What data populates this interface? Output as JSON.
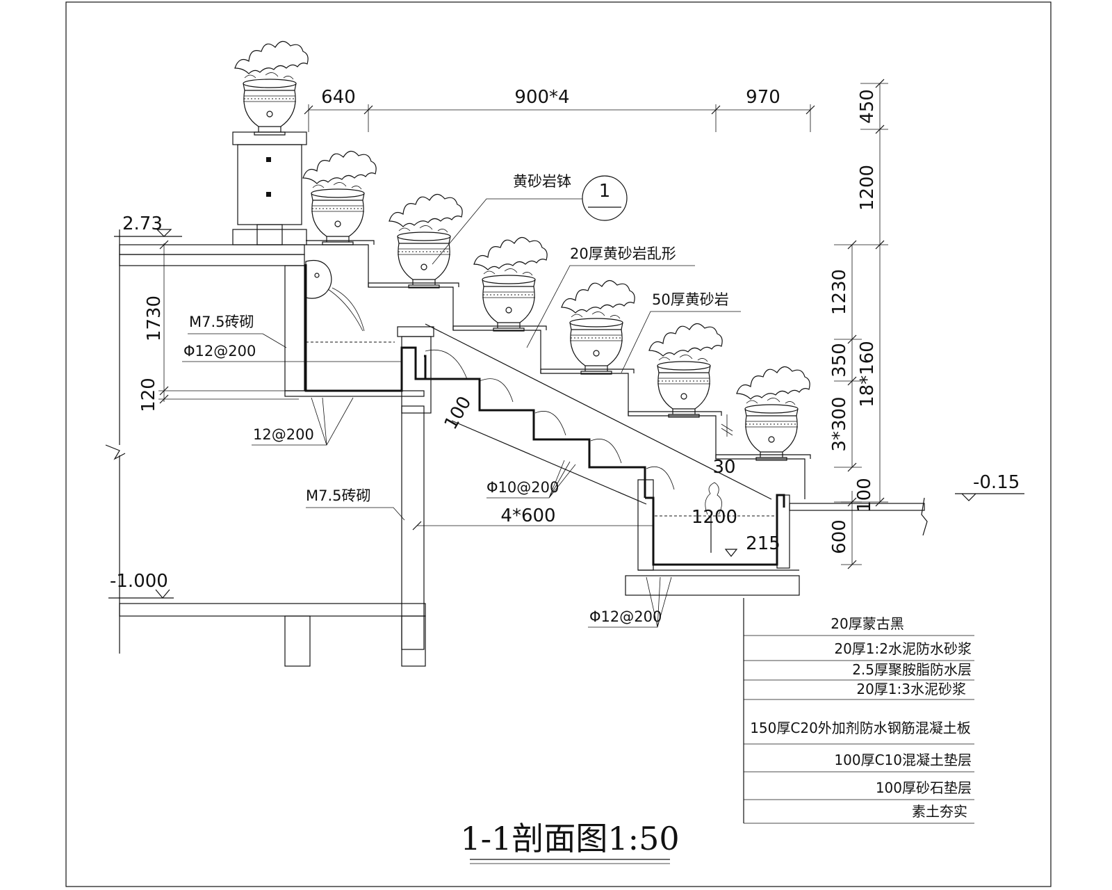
{
  "title": "1-1剖面图1:50",
  "elevations": {
    "top": "2.73",
    "ground": "-0.15",
    "bottom": "-1.000"
  },
  "dimensions": {
    "top_left": "640",
    "top_middle": "900*4",
    "top_right": "970",
    "right_top": "450",
    "right_1200": "1200",
    "right_1230": "1230",
    "right_350": "350",
    "right_3x300": "3*300",
    "right_18x160": "18*160",
    "right_100": "100",
    "right_600": "600",
    "left_1730": "1730",
    "left_120": "120",
    "bottom_run": "4*600",
    "pool_width": "1200",
    "pool_215": "215",
    "step_30": "30",
    "slab_100": "100"
  },
  "labels": {
    "pot": "黄砂岩钵",
    "pot_ref": "1",
    "paving": "20厚黄砂岩乱形",
    "stone": "50厚黄砂岩",
    "brick_upper": "M7.5砖砌",
    "rebar_upper": "Φ12@200",
    "rebar_12": "12@200",
    "brick_lower": "M7.5砖砌",
    "rebar_10": "Φ10@200",
    "rebar_pool": "Φ12@200"
  },
  "layers": [
    "20厚蒙古黑",
    "20厚1:2水泥防水砂浆",
    "2.5厚聚胺脂防水层",
    "20厚1:3水泥砂浆",
    "150厚C20外加剂防水钢筋混凝土板",
    "100厚C10混凝土垫层",
    "100厚砂石垫层",
    "素土夯实"
  ]
}
